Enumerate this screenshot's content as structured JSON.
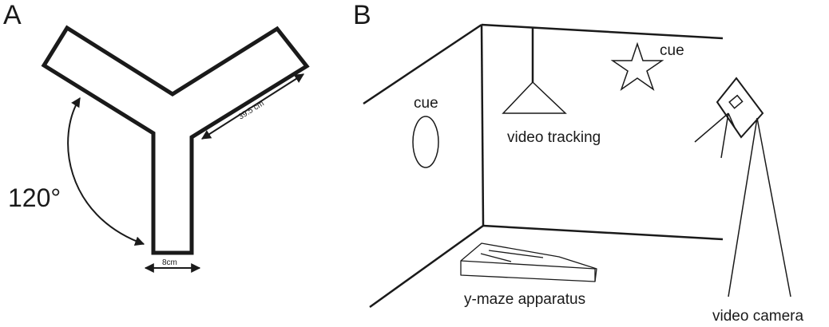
{
  "panel_a": {
    "letter": "A",
    "angle_label": "120°",
    "arm_length_label": "39.5 cm",
    "arm_width_label": "8cm"
  },
  "panel_b": {
    "letter": "B",
    "cue_left_label": "cue",
    "cue_top_label": "cue",
    "video_tracking_label": "video tracking",
    "apparatus_label": "y-maze apparatus",
    "camera_label": "video camera"
  }
}
